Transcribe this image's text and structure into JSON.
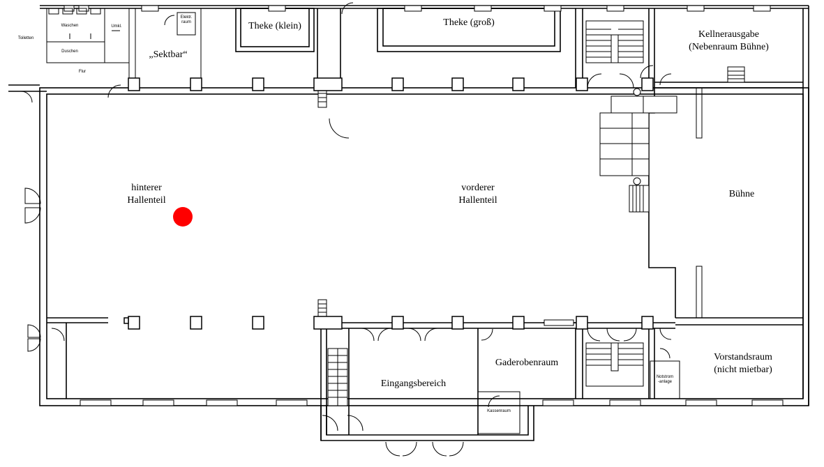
{
  "rooms": {
    "theke_klein": "Theke (klein)",
    "theke_gross": "Theke (groß)",
    "sektbar": "„Sektbar“",
    "kellnerausgabe_line1": "Kellnerausgabe",
    "kellnerausgabe_line2": "(Nebenraum Bühne)",
    "hinterer_line1": "hinterer",
    "hinterer_line2": "Hallenteil",
    "vorderer_line1": "vorderer",
    "vorderer_line2": "Hallenteil",
    "buehne": "Bühne",
    "gaderobenraum": "Gaderobenraum",
    "vorstandsraum_line1": "Vorstandsraum",
    "vorstandsraum_line2": "(nicht mietbar)",
    "eingangsbereich": "Eingangsbereich"
  },
  "small_labels": {
    "toiletten": "Toiletten",
    "waschen": "Waschen",
    "duschen": "Duschen",
    "umkl": "Umkl.",
    "flur": "Flur",
    "elektroraum_line1": "Elektr.",
    "elektroraum_line2": "raum",
    "notstrom_line1": "Notstrom",
    "notstrom_line2": "-anlage",
    "kassenraum": "Kassenraum"
  },
  "colors": {
    "marker": "#ff0000",
    "lines": "#000000"
  }
}
